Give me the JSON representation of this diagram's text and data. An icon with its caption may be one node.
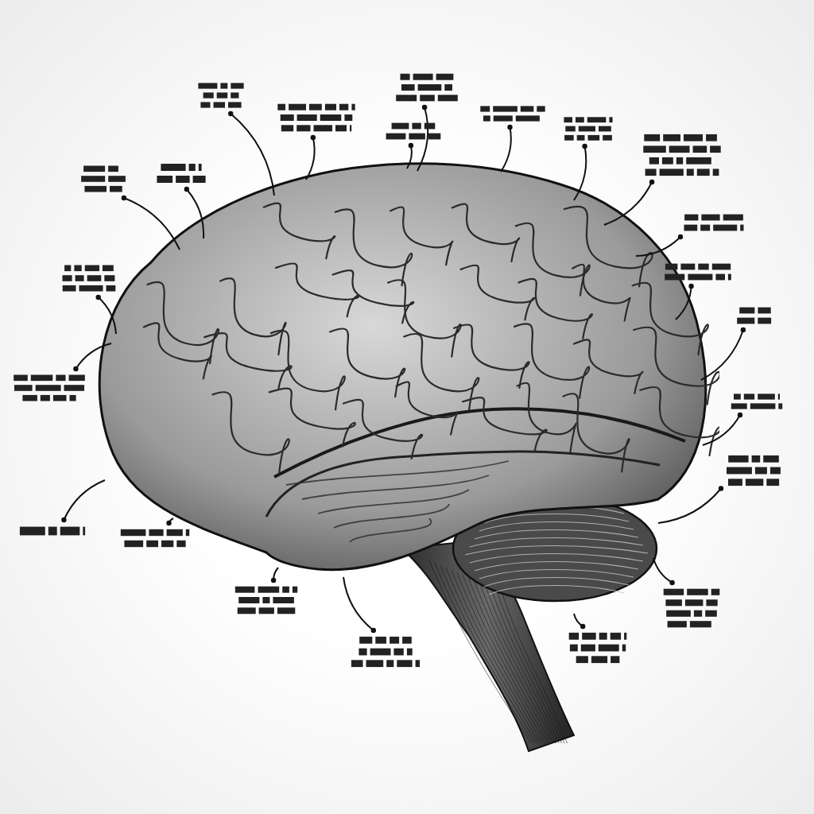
{
  "diagram": {
    "nodes": [
      {
        "text": [],
        "shape": "picture"
      },
      {
        "text": [],
        "shape": "scribble"
      },
      {
        "text": [],
        "shape": "scribble"
      },
      {
        "text": [],
        "shape": "scribble"
      },
      {
        "text": [],
        "shape": "scribble"
      },
      {
        "text": [],
        "shape": "scribble"
      },
      {
        "text": [],
        "shape": "scribble"
      },
      {
        "text": [],
        "shape": "scribble"
      },
      {
        "text": [],
        "shape": "scribble"
      },
      {
        "text": [],
        "shape": "scribble"
      },
      {
        "text": [],
        "shape": "scribble"
      },
      {
        "text": [],
        "shape": "scribble"
      },
      {
        "text": [],
        "shape": "scribble"
      },
      {
        "text": [],
        "shape": "scribble"
      },
      {
        "text": [],
        "shape": "scribble"
      },
      {
        "text": [],
        "shape": "scribble"
      },
      {
        "text": [],
        "shape": "scribble"
      },
      {
        "text": [],
        "shape": "scribble"
      },
      {
        "text": [],
        "shape": "scribble"
      },
      {
        "text": [],
        "shape": "scribble"
      },
      {
        "text": [],
        "shape": "scribble"
      },
      {
        "text": [],
        "shape": "scribble"
      },
      {
        "text": [],
        "shape": "scribble"
      }
    ],
    "edges": [
      {
        "from": 1,
        "to": 0,
        "arrow": "other"
      },
      {
        "from": 2,
        "to": 0,
        "arrow": "other"
      },
      {
        "from": 3,
        "to": 0,
        "arrow": "other"
      },
      {
        "from": 4,
        "to": 0,
        "arrow": "other"
      },
      {
        "from": 5,
        "to": 0,
        "arrow": "other"
      },
      {
        "from": 6,
        "to": 0,
        "arrow": "other"
      },
      {
        "from": 7,
        "to": 0,
        "arrow": "other"
      },
      {
        "from": 8,
        "to": 0,
        "arrow": "other"
      },
      {
        "from": 9,
        "to": 0,
        "arrow": "other"
      },
      {
        "from": 10,
        "to": 0,
        "arrow": "other"
      },
      {
        "from": 11,
        "to": 0,
        "arrow": "other"
      },
      {
        "from": 12,
        "to": 0,
        "arrow": "other"
      },
      {
        "from": 13,
        "to": 0,
        "arrow": "other"
      },
      {
        "from": 14,
        "to": 0,
        "arrow": "other"
      },
      {
        "from": 15,
        "to": 0,
        "arrow": "other"
      },
      {
        "from": 16,
        "to": 0,
        "arrow": "other"
      },
      {
        "from": 17,
        "to": 0,
        "arrow": "other"
      },
      {
        "from": 18,
        "to": 0,
        "arrow": "other"
      },
      {
        "from": 19,
        "to": 0,
        "arrow": "other"
      },
      {
        "from": 20,
        "to": 0,
        "arrow": "other"
      },
      {
        "from": 21,
        "to": 0,
        "arrow": "other"
      },
      {
        "from": 22,
        "to": 0,
        "arrow": "other"
      }
    ]
  }
}
